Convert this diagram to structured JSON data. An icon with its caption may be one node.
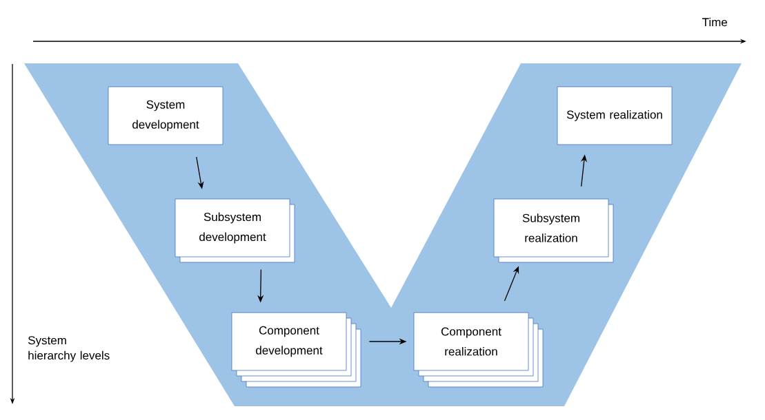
{
  "diagram": {
    "nodes": [
      {
        "text": [
          "System development"
        ]
      },
      {
        "text": [
          "Subsystem development"
        ]
      },
      {
        "text": [
          "Component development"
        ]
      },
      {
        "text": [
          "Component realization"
        ]
      },
      {
        "text": [
          "Subsystem realization"
        ]
      },
      {
        "text": [
          "System realization"
        ]
      }
    ],
    "edges": [
      {
        "from": 0,
        "to": 1,
        "arrow": "to"
      },
      {
        "from": 1,
        "to": 2,
        "arrow": "to"
      },
      {
        "from": 2,
        "to": 3,
        "arrow": "to"
      },
      {
        "from": 3,
        "to": 4,
        "arrow": "to"
      },
      {
        "from": 4,
        "to": 5,
        "arrow": "to"
      }
    ],
    "labels": [
      "Time",
      "System hierarchy levels"
    ]
  }
}
